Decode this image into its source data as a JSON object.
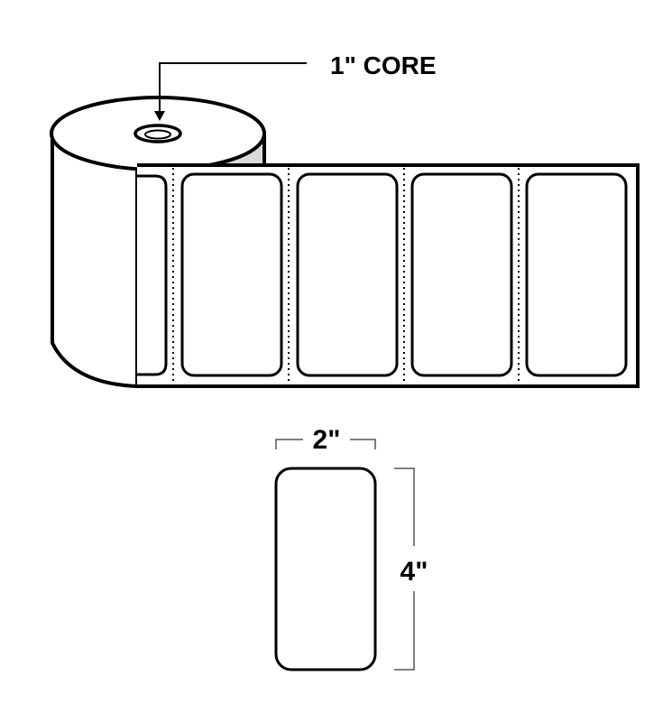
{
  "core_callout": {
    "text": "1\" CORE"
  },
  "single_label": {
    "width_text": "2\"",
    "height_text": "4\""
  },
  "colors": {
    "stroke": "#000000",
    "background": "#ffffff",
    "dimension_lines": "#555555",
    "roll_shadow": "#d9d9d9"
  }
}
